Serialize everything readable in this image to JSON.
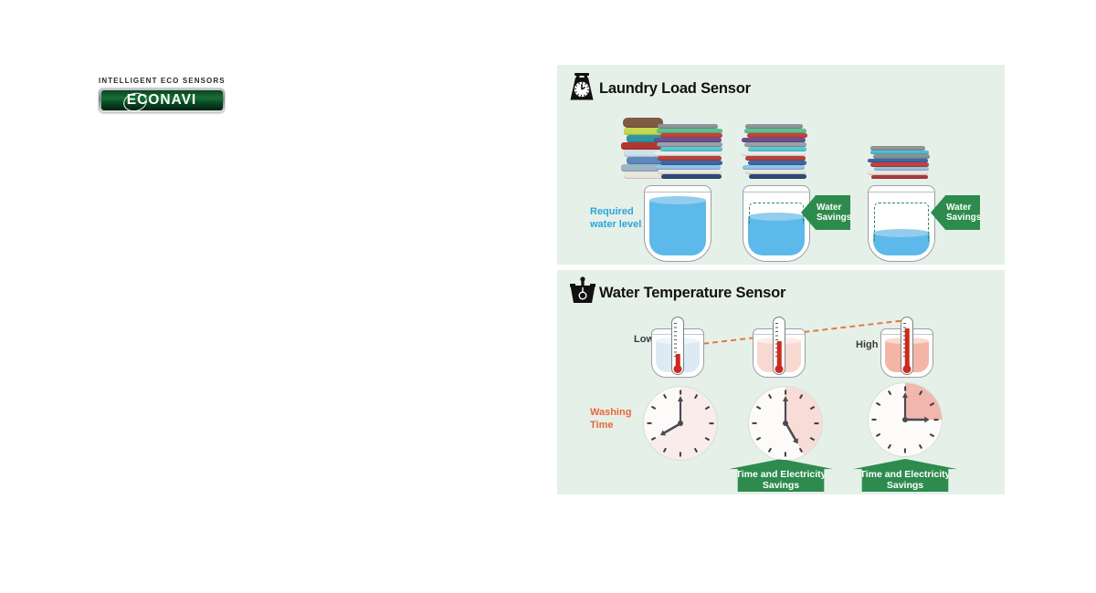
{
  "logo": {
    "tagline": "INTELLIGENT ECO SENSORS",
    "brand": "ECONAVI"
  },
  "laundry_panel": {
    "title": "Laundry Load Sensor",
    "icon": "laundry-scale-icon",
    "required_water_label": "Required\nwater level",
    "water_savings_label": "Water\nSavings",
    "load_sizes": [
      "large",
      "medium",
      "small"
    ],
    "stacks": {
      "large_back": [
        "#7e5b43",
        "#c5d94e",
        "#2d96a5",
        "#b0372f",
        "#cfe0ea",
        "#5b89c0",
        "#9db6c6",
        "#e9e6de"
      ],
      "large_front": [
        "#8f9598",
        "#5ec28e",
        "#c4423d",
        "#6b5090",
        "#9aa1a7",
        "#57c9d5",
        "#ebebe8",
        "#b5443c",
        "#3d68a6",
        "#90c4e6",
        "#ece6dc",
        "#30497a"
      ],
      "medium": [
        "#8f9598",
        "#5ec28e",
        "#c4423d",
        "#6b5090",
        "#9aa1a7",
        "#57c9d5",
        "#ebebe8",
        "#b5443c",
        "#3d68a6",
        "#90c4e6",
        "#ece6dc",
        "#30497a"
      ],
      "small": [
        "#8f9598",
        "#49c2d2",
        "#8a9298",
        "#3d68a6",
        "#c4423d",
        "#90c4e6",
        "#ece6dc",
        "#a83c3c"
      ]
    },
    "containers": [
      {
        "water_pct": 74,
        "dashed_outline": false,
        "savings_arrow": false
      },
      {
        "water_pct": 53,
        "dashed_outline": true,
        "savings_arrow": true
      },
      {
        "water_pct": 30,
        "dashed_outline": true,
        "savings_arrow": true
      }
    ]
  },
  "temperature_panel": {
    "title": "Water Temperature Sensor",
    "icon": "tub-thermometer-icon",
    "low_label": "Low",
    "high_label": "High",
    "washing_time_label": "Washing\nTime",
    "time_savings_label": "Time and Electricity\nSavings",
    "beakers": [
      {
        "water_color": "#dceaf5",
        "mercury_pct": 22
      },
      {
        "water_color": "#f8d9d1",
        "mercury_pct": 55
      },
      {
        "water_color": "#f4b5a7",
        "mercury_pct": 88
      }
    ],
    "clocks": [
      {
        "shade_deg": 240,
        "hour_deg": 240,
        "minute_deg": 0,
        "shade_color": "#f9ecea",
        "savings_banner": false
      },
      {
        "shade_deg": 150,
        "hour_deg": 150,
        "minute_deg": 0,
        "shade_color": "#f7dcd8",
        "savings_banner": true
      },
      {
        "shade_deg": 90,
        "hour_deg": 90,
        "minute_deg": 0,
        "shade_color": "#f1b6ae",
        "savings_banner": true
      }
    ]
  },
  "colors": {
    "panel_bg": "#e5f0e9",
    "savings_green": "#2e8b4e",
    "water_blue": "#5db9e9",
    "label_blue": "#2aa5da",
    "label_orange": "#e5683a",
    "dash_orange": "#e87742",
    "mercury_red": "#cc2a1e"
  }
}
